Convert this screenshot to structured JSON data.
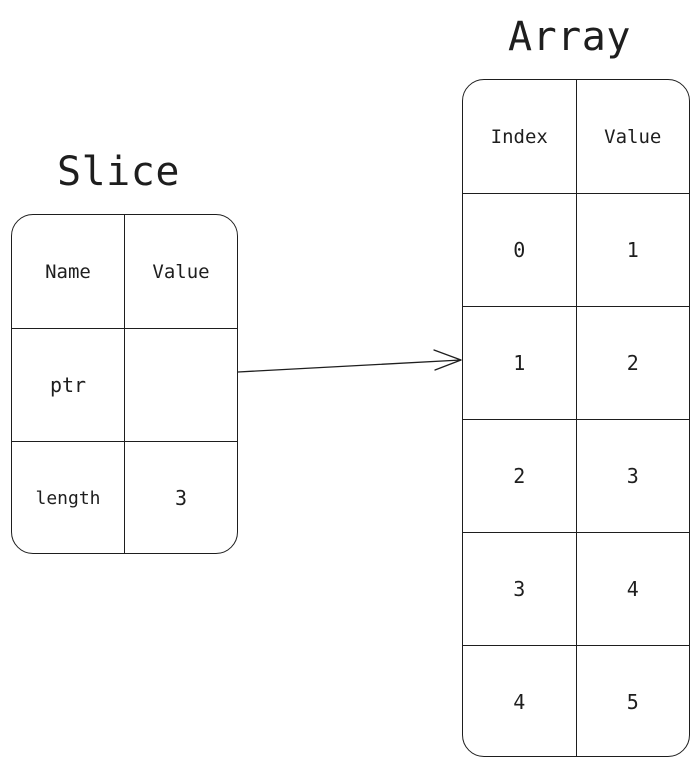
{
  "slice": {
    "title": "Slice",
    "header": {
      "name": "Name",
      "value": "Value"
    },
    "rows": [
      {
        "name": "ptr",
        "value": ""
      },
      {
        "name": "length",
        "value": "3"
      }
    ]
  },
  "array": {
    "title": "Array",
    "header": {
      "index": "Index",
      "value": "Value"
    },
    "rows": [
      {
        "index": "0",
        "value": "1"
      },
      {
        "index": "1",
        "value": "2"
      },
      {
        "index": "2",
        "value": "3"
      },
      {
        "index": "3",
        "value": "4"
      },
      {
        "index": "4",
        "value": "5"
      }
    ]
  },
  "colors": {
    "stroke": "#1e1e1e",
    "background": "#ffffff"
  }
}
